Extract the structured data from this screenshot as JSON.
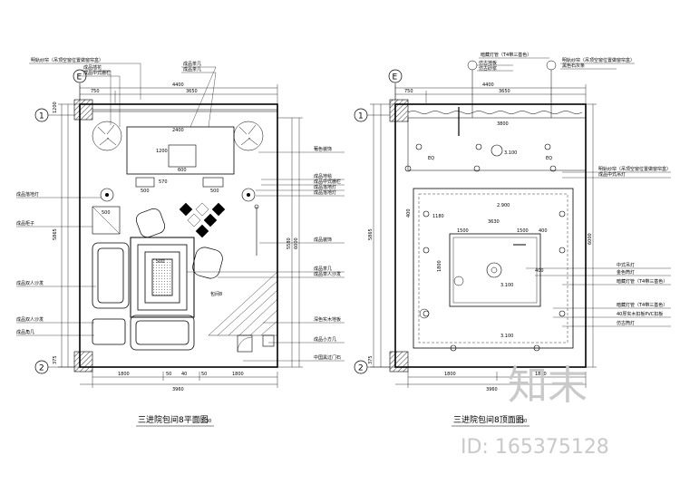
{
  "left_plan": {
    "title": "三进院包间8平面图",
    "scale": "1:30",
    "room_label": "包间8",
    "grid_row_labels": [
      "E"
    ],
    "grid_col_labels": [
      "1",
      "2"
    ],
    "dims_top": [
      "4400",
      "750",
      "3650"
    ],
    "dims_left": [
      "1200",
      "5865",
      "375"
    ],
    "dims_right": [
      "5580",
      "6000"
    ],
    "dims_bottom": [
      "1800",
      "50",
      "40",
      "50",
      "1800",
      "3960"
    ],
    "inner_dims": [
      "2400",
      "1200",
      "600",
      "500",
      "570",
      "500",
      "500",
      "500"
    ],
    "notes_top": [
      "明轨纱帘（吊顶空窗位置做窗帘盒）",
      "成品插花",
      "成品中式栅栏",
      "成品茶几",
      "成品茶几"
    ],
    "notes_right": [
      "葡色装饰",
      "成品地毯",
      "成品中式栅栏",
      "成品落地灯",
      "成品落地灯",
      "成品装饰",
      "成品茶几",
      "成品单人沙发",
      "深色实木地板",
      "成品小方几",
      "中国黑过门石"
    ],
    "notes_left": [
      "成品落地灯",
      "成品柜子",
      "成品双人沙发",
      "成品双人沙发",
      "成品角几"
    ]
  },
  "right_plan": {
    "title": "三进院包间8顶面图",
    "scale": "1:30",
    "grid_row_labels": [
      "E"
    ],
    "grid_col_labels": [
      "1",
      "2"
    ],
    "dims_top": [
      "4400",
      "750",
      "3650"
    ],
    "dims_left": [
      "400",
      "5865",
      "375"
    ],
    "dims_right": [
      "6000"
    ],
    "dims_bottom": [
      "1800",
      "1800",
      "3960"
    ],
    "inner_dims": [
      "3800",
      "1180",
      "3630",
      "1500",
      "1500",
      "400",
      "1800",
      "400"
    ],
    "levels": [
      "3.100",
      "2.900",
      "3.100",
      "3.100"
    ],
    "notes_top": [
      "暗藏灯管（T4带三基色）",
      "仿古地板",
      "仿古砂浆",
      "明轨纱帘（吊顶空窗位置做窗帘盒）",
      "黑色石灰条"
    ],
    "notes_right": [
      "明轨纱帘（吊顶空窗位置做窗帘盒）",
      "成品中式吊灯",
      "中式吊灯",
      "金色筒灯",
      "暗藏灯管（T4带三基色）",
      "暗藏灯管（T4带三基色）",
      "40厚实木扣板PVC扣板",
      "仿古筒灯"
    ],
    "notes_left": [
      "EQ",
      "EQ"
    ]
  },
  "watermark": {
    "logo_text": "知末",
    "id_text": "ID: 165375128"
  },
  "colors": {
    "line": "#000000",
    "watermark": "#c9c9c9"
  }
}
